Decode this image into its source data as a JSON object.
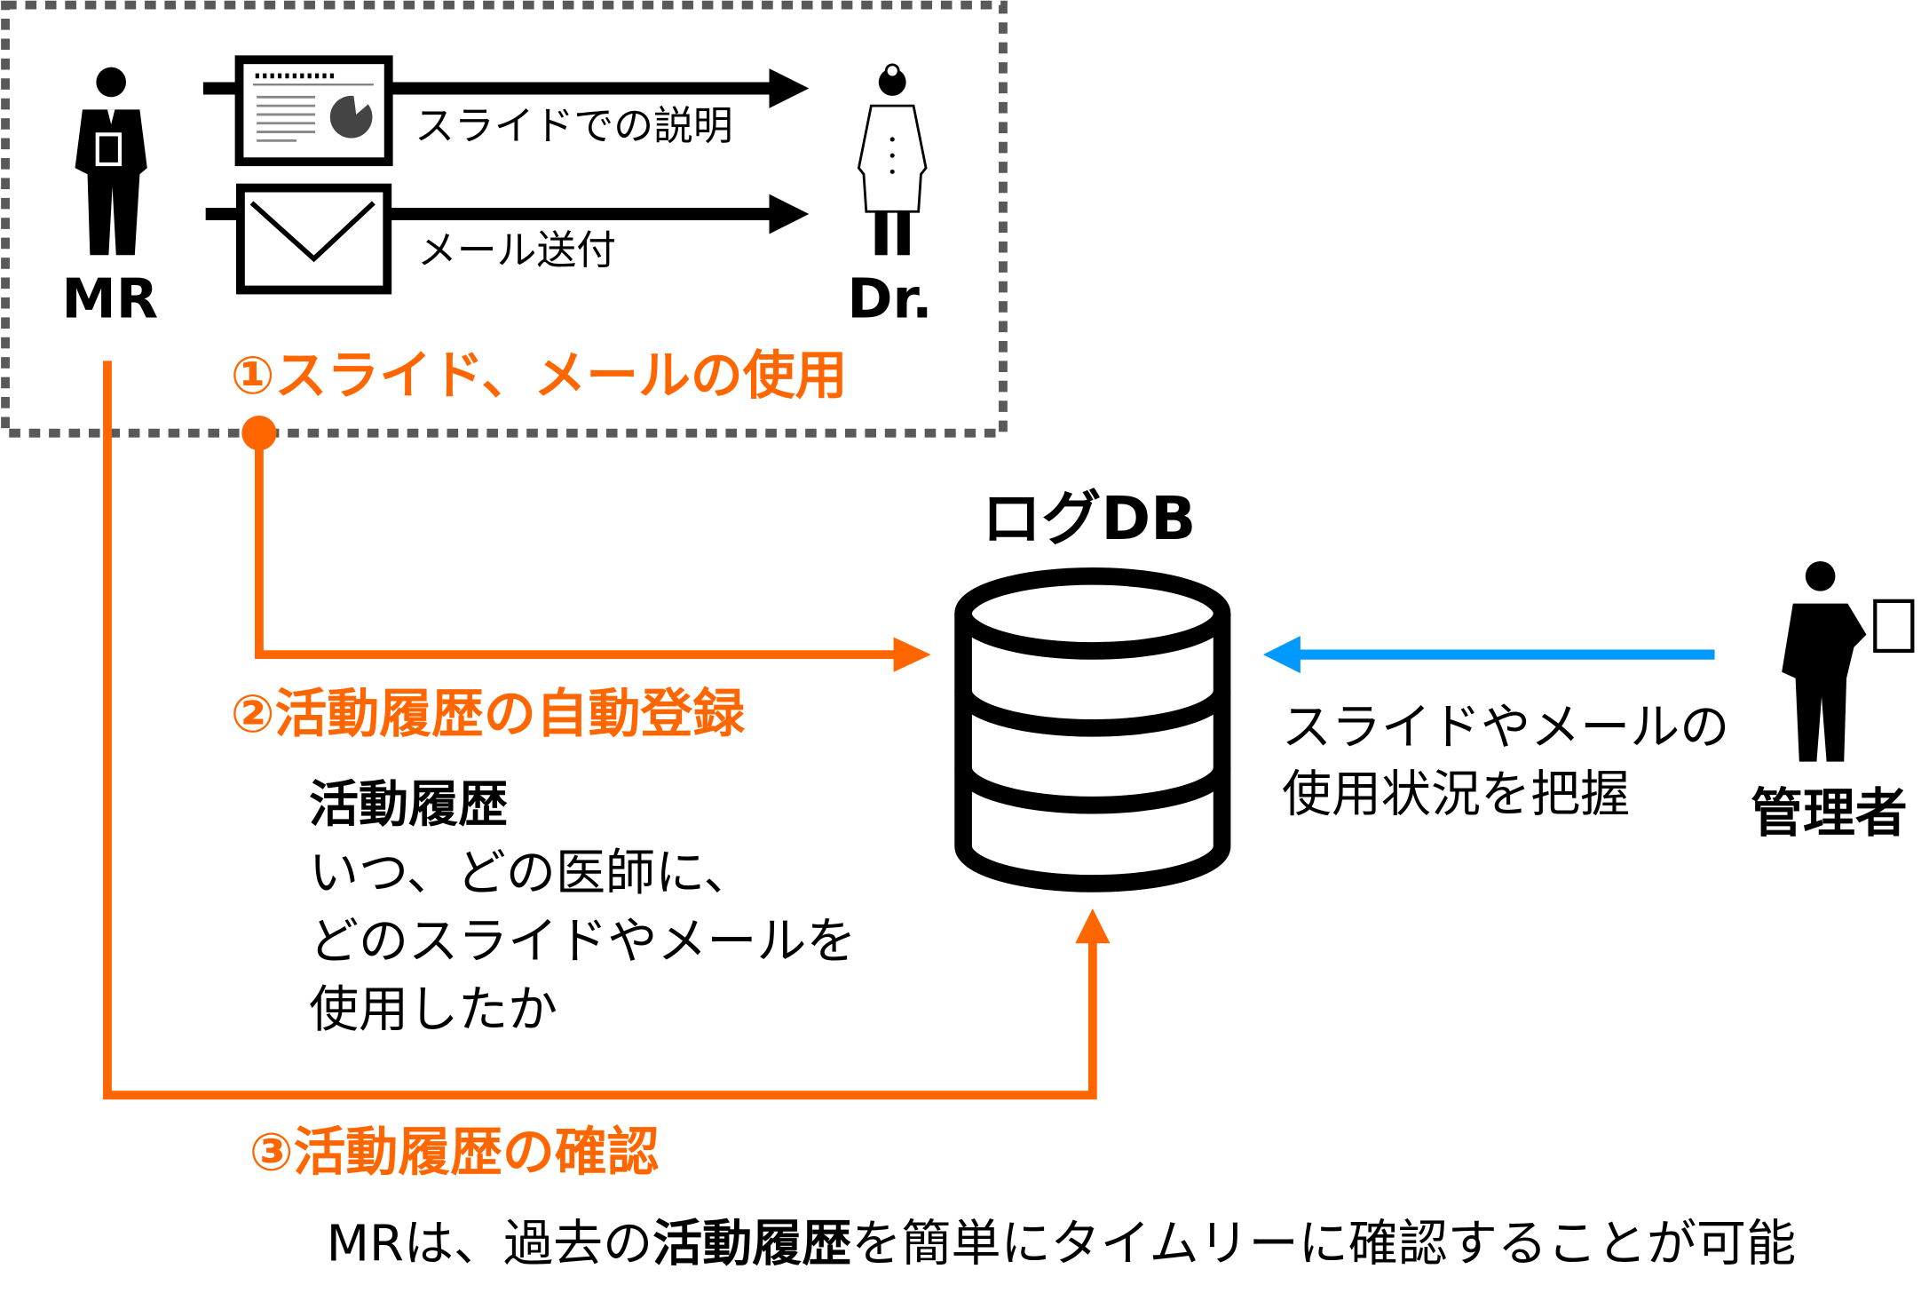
{
  "actors": {
    "mr": "MR",
    "doctor": "Dr.",
    "admin": "管理者"
  },
  "channels": {
    "slide": "スライドでの説明",
    "mail": "メール送付"
  },
  "steps": {
    "step1": "①スライド、メールの使用",
    "step2": "②活動履歴の自動登録",
    "step3": "③活動履歴の確認"
  },
  "db_label": "ログDB",
  "history": {
    "title": "活動履歴",
    "lines": [
      "いつ、どの医師に、",
      "どのスライドやメールを",
      "使用したか"
    ]
  },
  "admin_note": [
    "スライドやメールの",
    "使用状況を把握"
  ],
  "footer": {
    "pre": "MRは、過去の",
    "bold": "活動履歴",
    "post": "を簡単にタイムリーに確認することが可能"
  },
  "colors": {
    "orange": "#FF6600",
    "blue": "#0099FF",
    "dash": "#595959"
  }
}
